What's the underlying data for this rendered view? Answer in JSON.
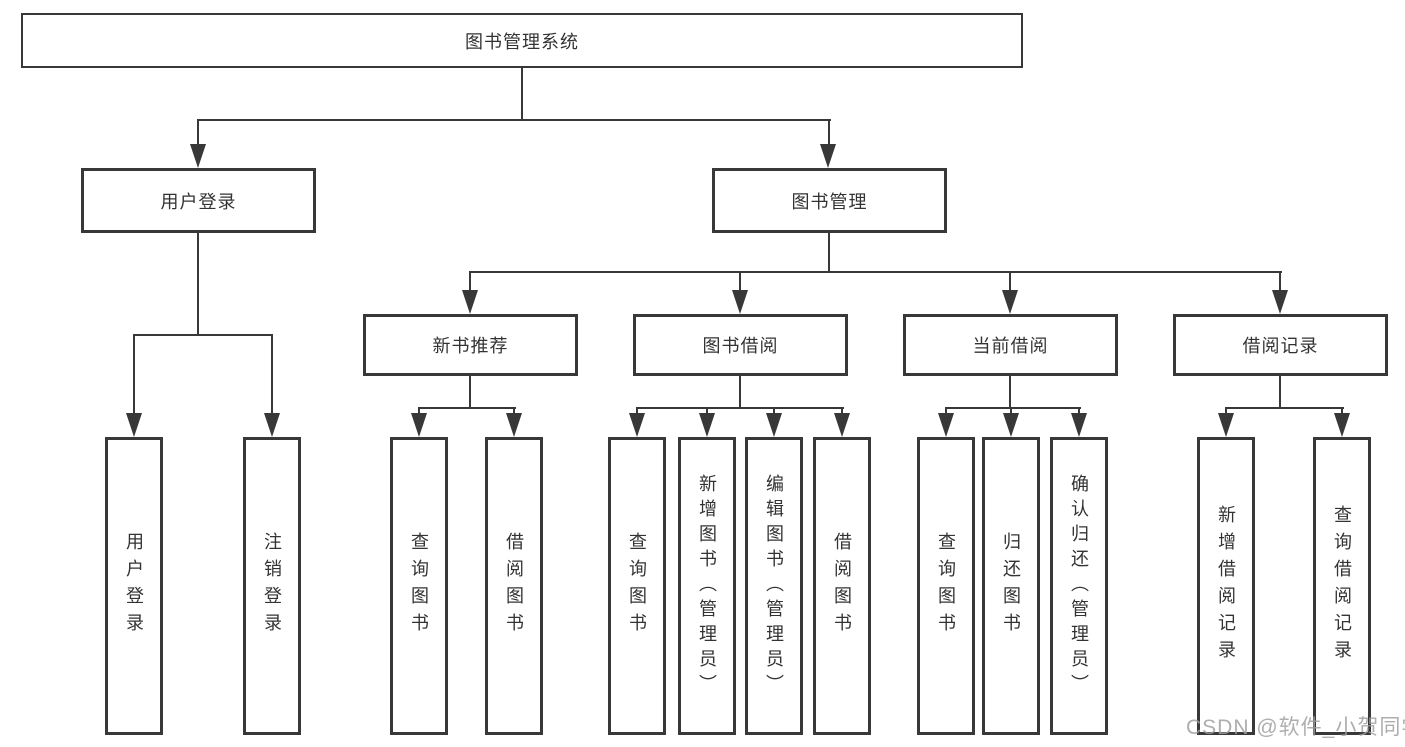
{
  "diagram": {
    "title": "图书管理系统",
    "branches": [
      {
        "label": "用户登录",
        "children": [
          {
            "label": "用户登录"
          },
          {
            "label": "注销登录"
          }
        ]
      },
      {
        "label": "图书管理",
        "children": [
          {
            "label": "新书推荐",
            "children": [
              {
                "label": "查询图书"
              },
              {
                "label": "借阅图书"
              }
            ]
          },
          {
            "label": "图书借阅",
            "children": [
              {
                "label": "查询图书"
              },
              {
                "label": "新增图书（管理员）"
              },
              {
                "label": "编辑图书（管理员）"
              },
              {
                "label": "借阅图书"
              }
            ]
          },
          {
            "label": "当前借阅",
            "children": [
              {
                "label": "查询图书"
              },
              {
                "label": "归还图书"
              },
              {
                "label": "确认归还（管理员）"
              }
            ]
          },
          {
            "label": "借阅记录",
            "children": [
              {
                "label": "新增借阅记录"
              },
              {
                "label": "查询借阅记录"
              }
            ]
          }
        ]
      }
    ]
  },
  "watermark": {
    "text": "CSDN @软件_小贺同学"
  },
  "colors": {
    "line": "#383838",
    "box_border": "#383838",
    "text": "#333333",
    "background": "#ffffff",
    "watermark": "#a0a0a0"
  }
}
